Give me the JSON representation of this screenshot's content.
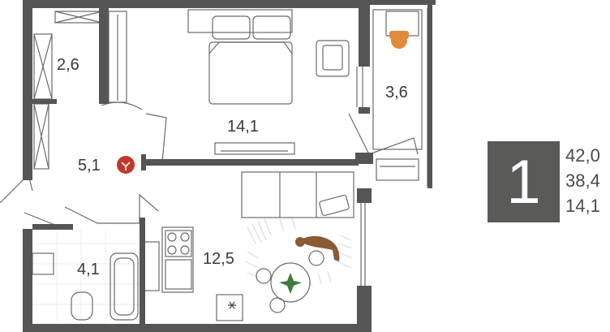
{
  "rooms": {
    "wardrobe": "2,6",
    "bedroom": "14,1",
    "balcony": "3,6",
    "hall": "5,1",
    "bathroom": "4,1",
    "kitchen": "12,5"
  },
  "apartment": {
    "rooms_count": "1",
    "areas": [
      "42,0",
      "38,4",
      "14,1"
    ]
  },
  "colors": {
    "wall": "#555555",
    "accent_chair": "#e08a3c",
    "meter_red": "#c0392b",
    "dog": "#8a5a35",
    "plant": "#3f7a3f",
    "badge": "#5a5a58"
  }
}
